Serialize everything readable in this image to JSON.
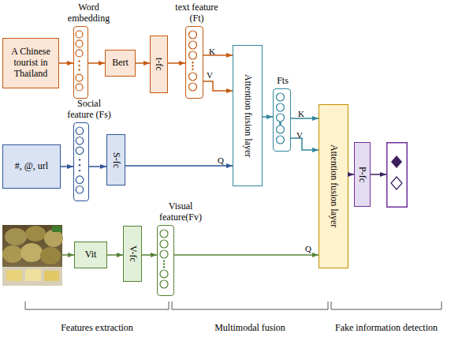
{
  "diagram": {
    "nodes": [
      {
        "text": [
          "A Chinese tourist in Thailand"
        ]
      },
      {
        "text": [
          "Word embedding"
        ]
      },
      {
        "text": [
          "Bert"
        ]
      },
      {
        "text": [
          "t-fc"
        ]
      },
      {
        "text": [
          "text feature (Ft)"
        ]
      },
      {
        "text": [
          "Attention fusion layer"
        ]
      },
      {
        "text": [
          "#, @, url"
        ]
      },
      {
        "text": [
          "Social feature (Fs)"
        ]
      },
      {
        "text": [
          "S-fc"
        ]
      },
      {
        "text": [
          "Fts"
        ]
      },
      {
        "text": [
          "Attention fusion layer"
        ]
      },
      {
        "text": [
          "P-fc"
        ]
      },
      {
        "text": [
          "Vit"
        ]
      },
      {
        "text": [
          "V-fc"
        ]
      },
      {
        "text": [
          "Visual feature(Fv)"
        ]
      }
    ],
    "edges": [
      {
        "from": 0,
        "to": 1,
        "arrow": "to"
      },
      {
        "from": 1,
        "to": 2,
        "arrow": "to"
      },
      {
        "from": 2,
        "to": 3,
        "arrow": "to"
      },
      {
        "from": 3,
        "to": 4,
        "arrow": "to"
      },
      {
        "from": 4,
        "to": 5,
        "label": "K",
        "arrow": "to"
      },
      {
        "from": 4,
        "to": 5,
        "label": "V",
        "arrow": "to"
      },
      {
        "from": 6,
        "to": 7,
        "arrow": "to"
      },
      {
        "from": 7,
        "to": 8,
        "arrow": "to"
      },
      {
        "from": 8,
        "to": 5,
        "label": "Q",
        "arrow": "to"
      },
      {
        "from": 5,
        "to": 9,
        "arrow": "to"
      },
      {
        "from": 9,
        "to": 10,
        "label": "K",
        "arrow": "to"
      },
      {
        "from": 9,
        "to": 10,
        "label": "V",
        "arrow": "to"
      },
      {
        "from": 10,
        "to": 11,
        "arrow": "to"
      },
      {
        "from": 12,
        "to": 13,
        "arrow": "to"
      },
      {
        "from": 13,
        "to": 14,
        "arrow": "to"
      },
      {
        "from": 14,
        "to": 10,
        "label": "Q",
        "arrow": "to"
      }
    ],
    "labels": [
      "Features extraction",
      "Multimodal fusion",
      "Fake information detection"
    ]
  }
}
